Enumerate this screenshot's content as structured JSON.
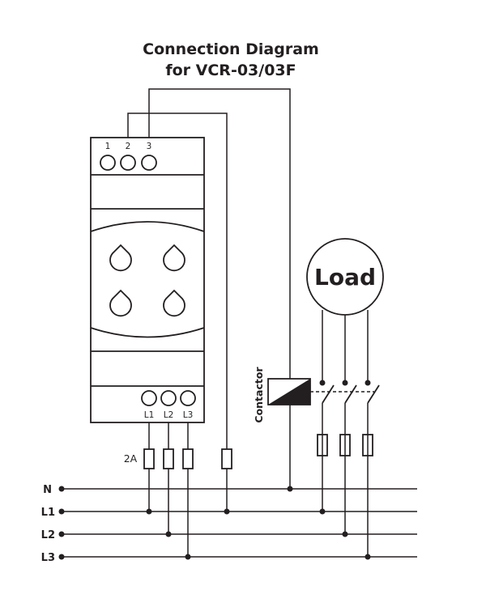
{
  "title": {
    "line1": "Connection Diagram",
    "line2": "for VCR-03/03F"
  },
  "relay": {
    "top_terminals": [
      "1",
      "2",
      "3"
    ],
    "bottom_terminals": [
      "L1",
      "L2",
      "L3"
    ]
  },
  "fuse_label": "2A",
  "load_label": "Load",
  "contactor_label": "Contactor",
  "bus_labels": [
    "N",
    "L1",
    "L2",
    "L3"
  ]
}
